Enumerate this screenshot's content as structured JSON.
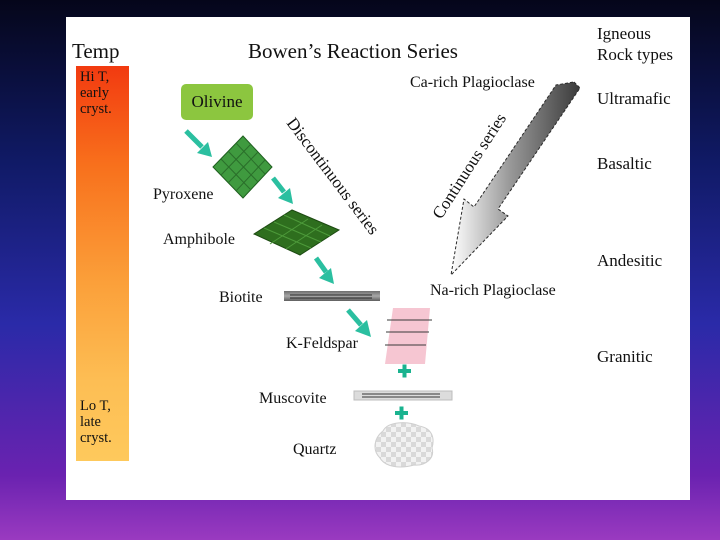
{
  "title": "Bowen’s Reaction Series",
  "temperature": {
    "label": "Temp",
    "high": [
      "Hi T,",
      "early",
      "cryst."
    ],
    "low": [
      "Lo T,",
      "late",
      "cryst."
    ]
  },
  "rock_types": {
    "heading": [
      "Igneous",
      "Rock types"
    ],
    "items": [
      "Ultramafic",
      "Basaltic",
      "Andesitic",
      "Granitic"
    ]
  },
  "discontinuous": {
    "label": "Discontinuous series",
    "minerals": [
      "Olivine",
      "Pyroxene",
      "Amphibole",
      "Biotite"
    ]
  },
  "continuous": {
    "label": "Continuous series",
    "top": "Ca-rich Plagioclase",
    "bottom": "Na-rich Plagioclase"
  },
  "late_minerals": [
    "K-Feldspar",
    "Muscovite",
    "Quartz"
  ],
  "colors": {
    "olivine": "#8cc63f",
    "pyroxene": "#3f9a3f",
    "amphibole": "#2e6e1e",
    "arrows": "#2bbfa0",
    "plus": "#1ab38f"
  }
}
